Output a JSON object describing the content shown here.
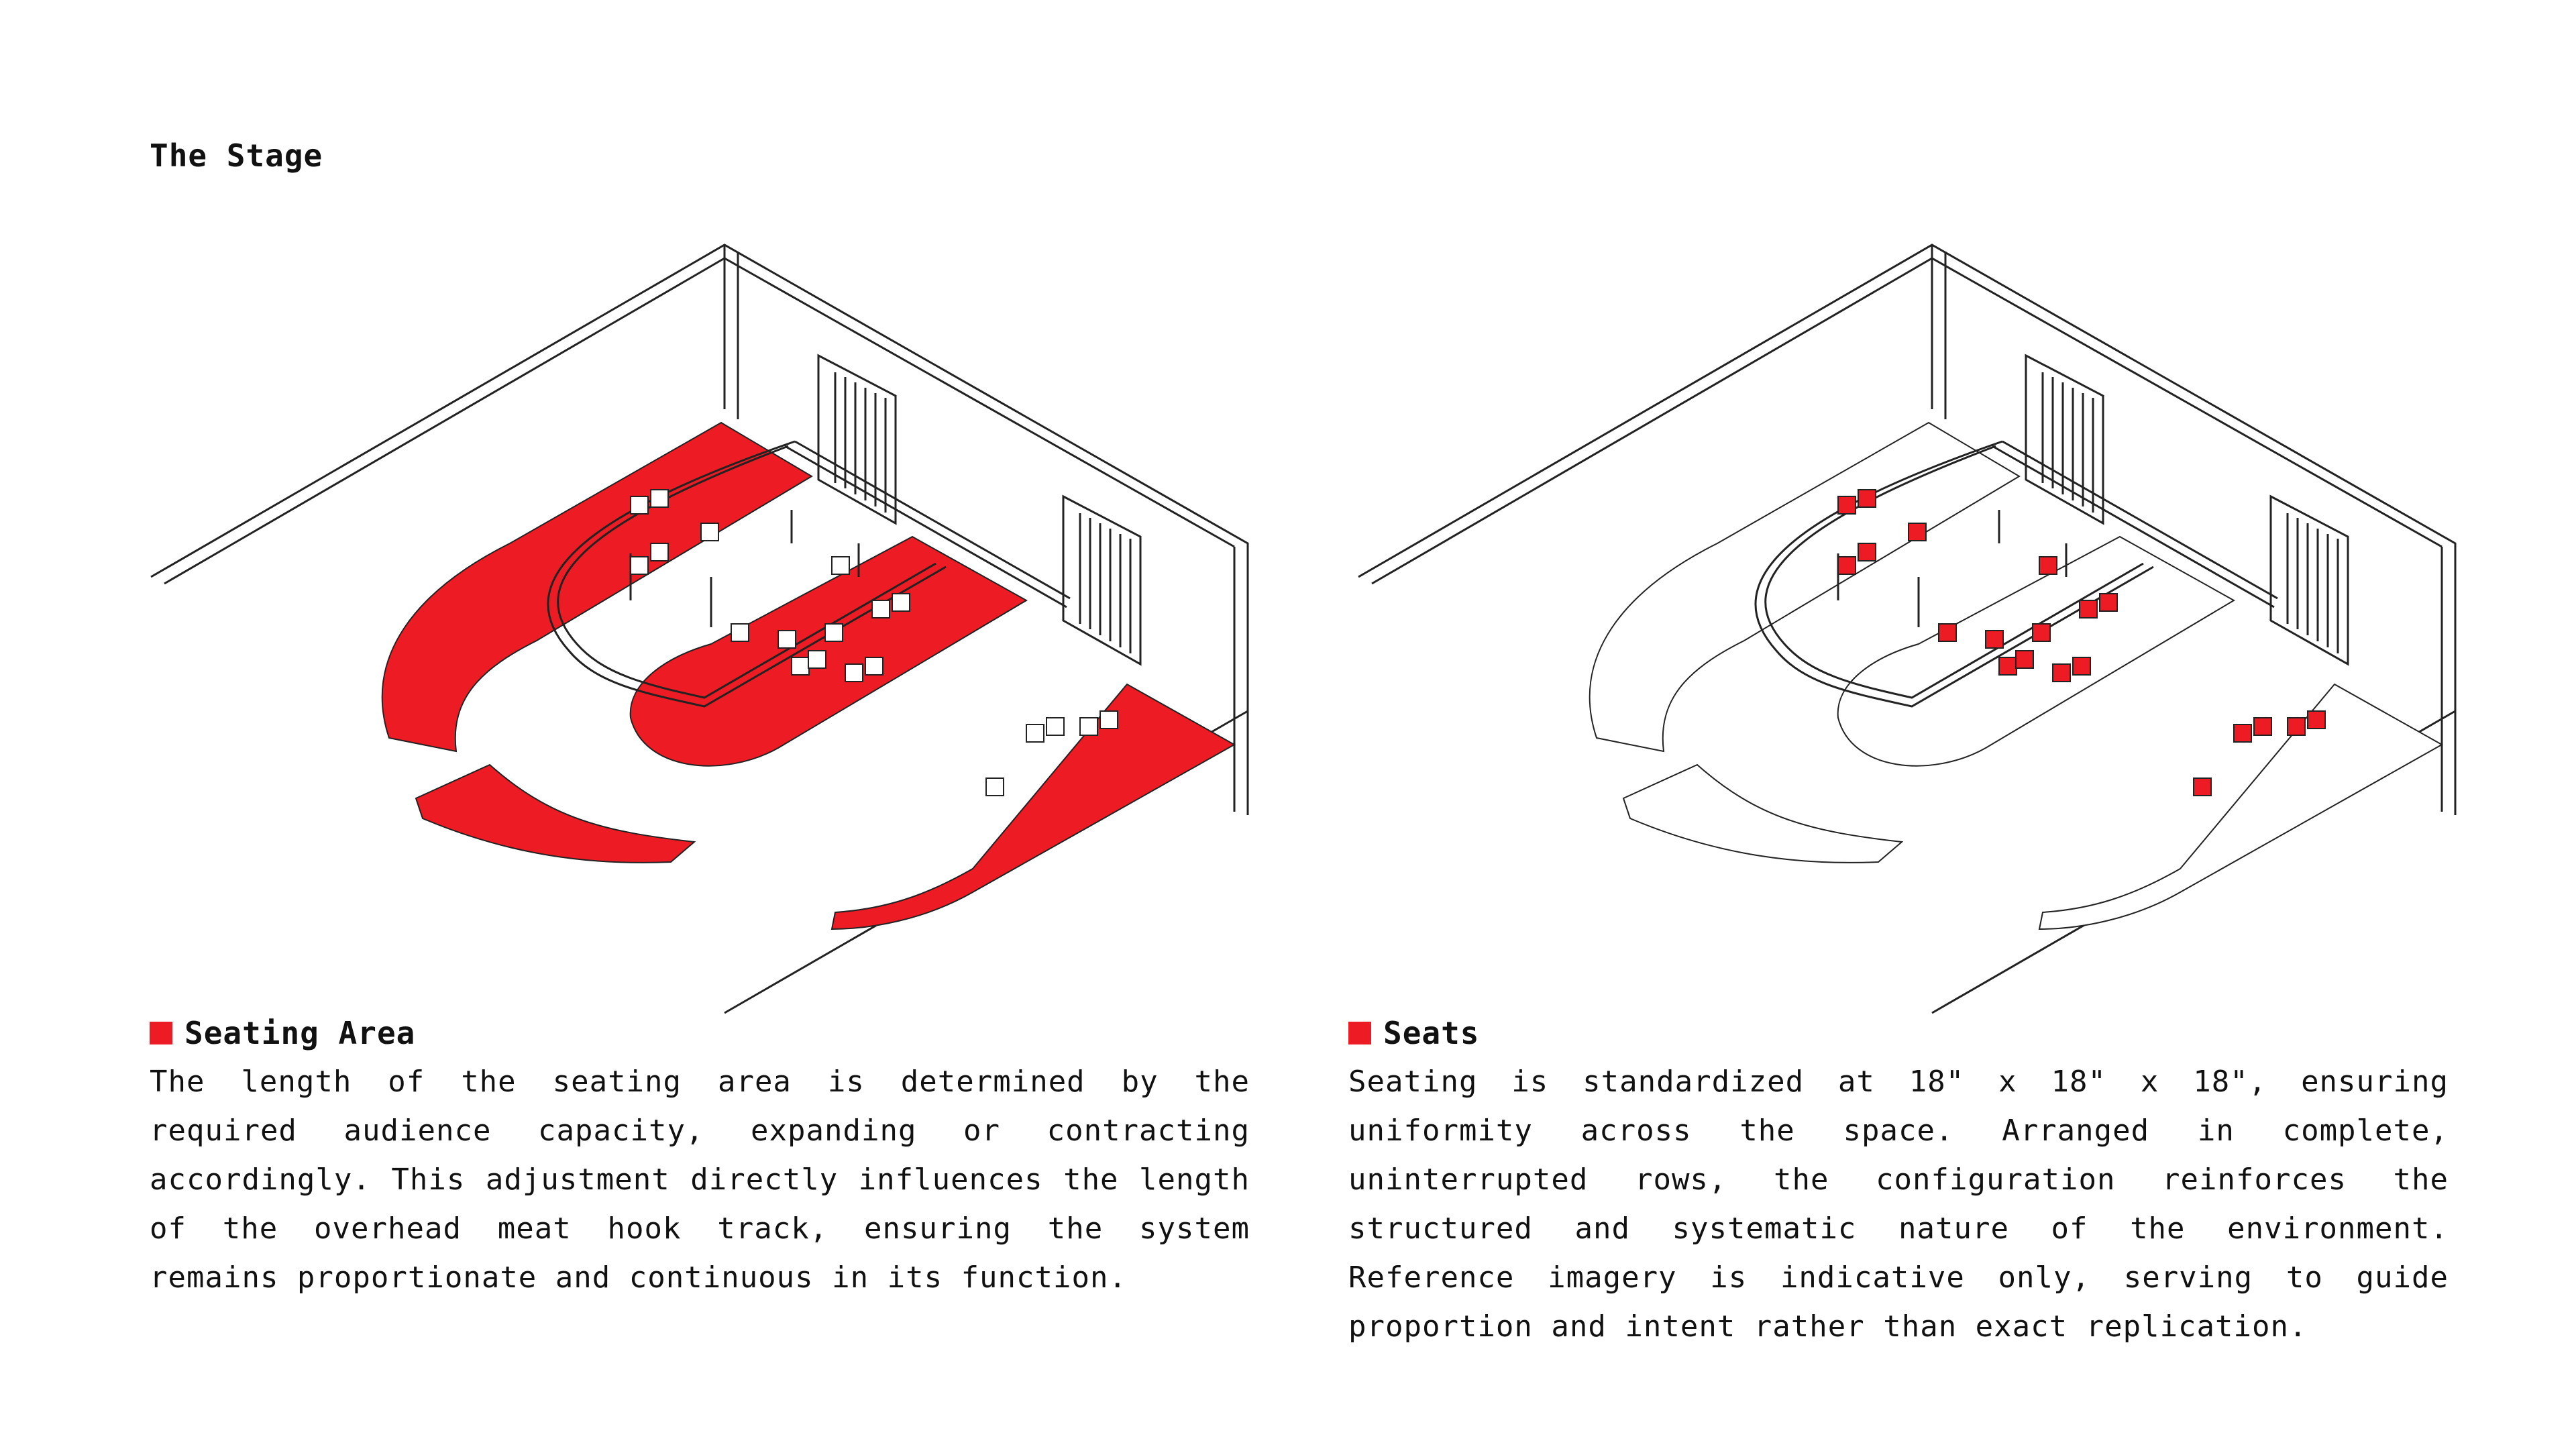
{
  "page": {
    "title": "The Stage"
  },
  "colors": {
    "accent": "#ed1c24",
    "line": "#222222",
    "background": "#ffffff"
  },
  "panels": [
    {
      "heading": "Seating Area",
      "highlight": "seating-area",
      "text": "The length of the seating area is determined by the required audience capacity, expanding or contracting accordingly. This adjustment directly influences the length of the overhead meat hook track, ensuring the system remains proportionate and continuous in its function."
    },
    {
      "heading": "Seats",
      "highlight": "seats",
      "text": "Seating is standardized at 18\" x 18\" x 18\", ensuring uniformity across the space. Arranged in complete, uninterrupted rows, the configuration reinforces the structured and systematic nature of the environment. Reference imagery is indicative only, serving to guide proportion and intent rather than exact replication."
    }
  ]
}
